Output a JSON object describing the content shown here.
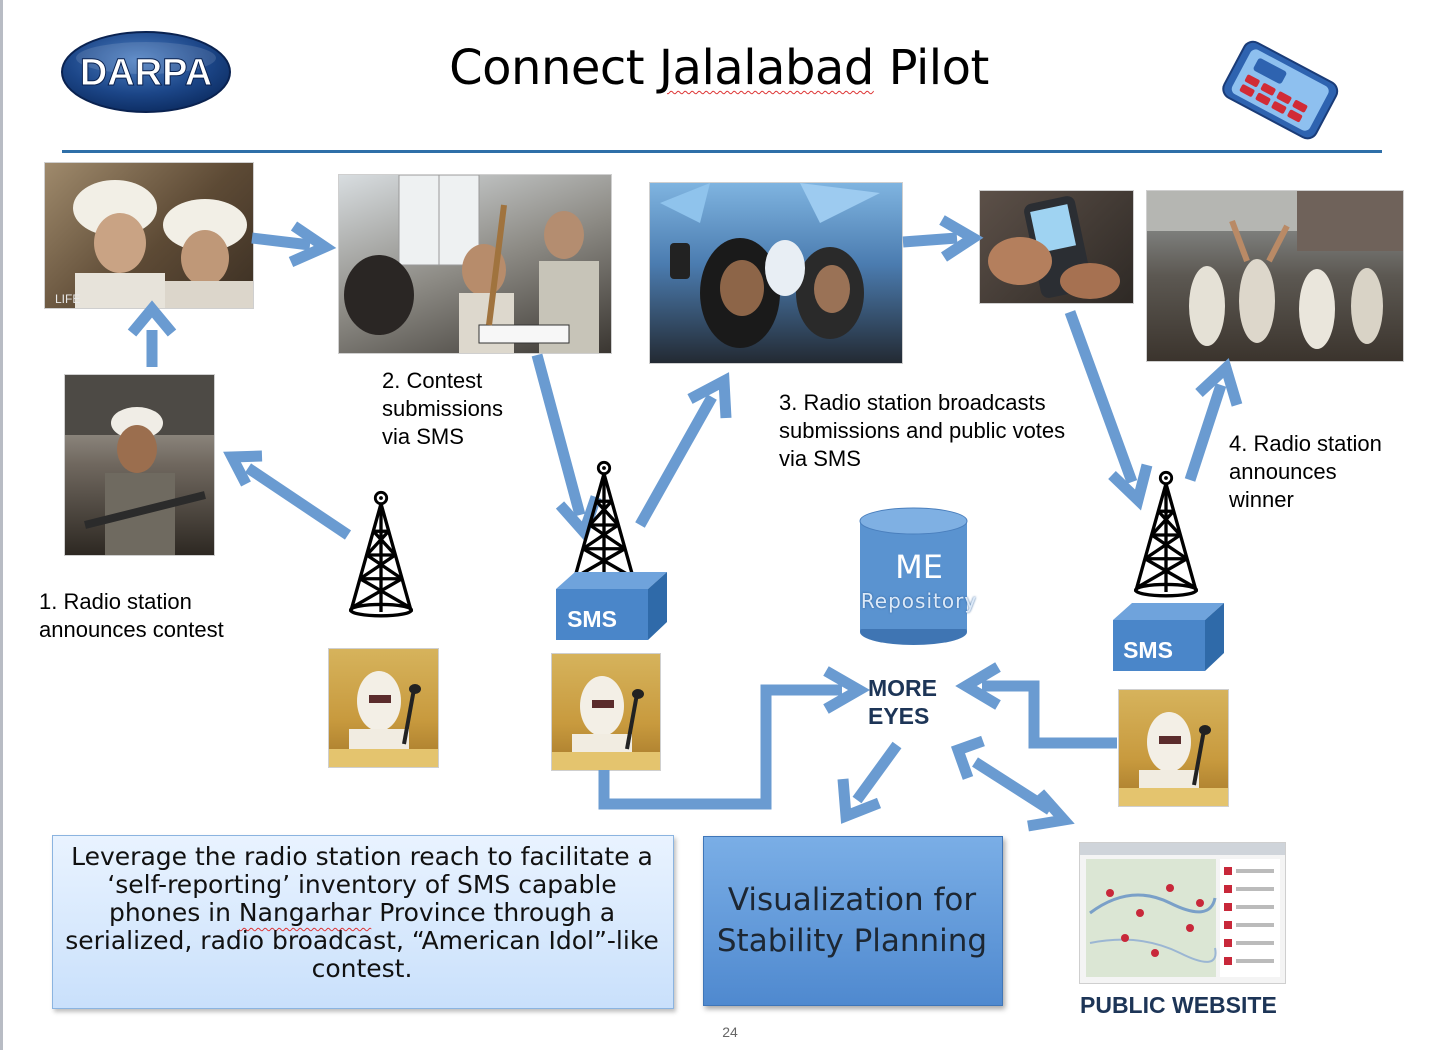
{
  "slide": {
    "title_prefix": "Connect ",
    "title_misspelled": "Jalalabad",
    "title_suffix": " Pilot",
    "logo_text": "DARPA",
    "page_number": "24"
  },
  "captions": {
    "step1_line1": "1. Radio station",
    "step1_line2": "announces contest",
    "step2_line1": "2. Contest",
    "step2_line2": "submissions",
    "step2_line3": "via SMS",
    "step3_line1": "3. Radio station broadcasts",
    "step3_line2": "submissions and public votes",
    "step3_line3": "via SMS",
    "step4_line1": "4. Radio station",
    "step4_line2": "announces",
    "step4_line3": "winner"
  },
  "labels": {
    "sms_a": "SMS",
    "sms_b": "SMS",
    "repo_top": "ME",
    "repo_bottom": "Repository",
    "more_eyes_1": "MORE",
    "more_eyes_2": "EYES",
    "public_website": "PUBLIC WEBSITE",
    "viz_line1": "Visualization for",
    "viz_line2": "Stability Planning"
  },
  "info": {
    "line1": "Leverage the radio station reach to facilitate a",
    "line2": "‘self-reporting’ inventory of SMS capable",
    "line3_a": "phones in ",
    "line3_b": "Nangarhar",
    "line3_c": " Province through a",
    "line4": "serialized, radio broadcast, “American Idol”-like",
    "line5": "contest."
  },
  "photo_text": {
    "credit_1": "LIFE"
  },
  "colors": {
    "arrow": "#6a9bd1",
    "title_rule": "#2f6fa8",
    "sms_block": "#4a86c9",
    "repo": "#4e88c8",
    "dark_label": "#1d3557"
  },
  "icons": [
    "darpa-logo",
    "phone-icon",
    "radio-tower-icon",
    "sms-block-icon",
    "database-icon",
    "website-screenshot-icon"
  ]
}
